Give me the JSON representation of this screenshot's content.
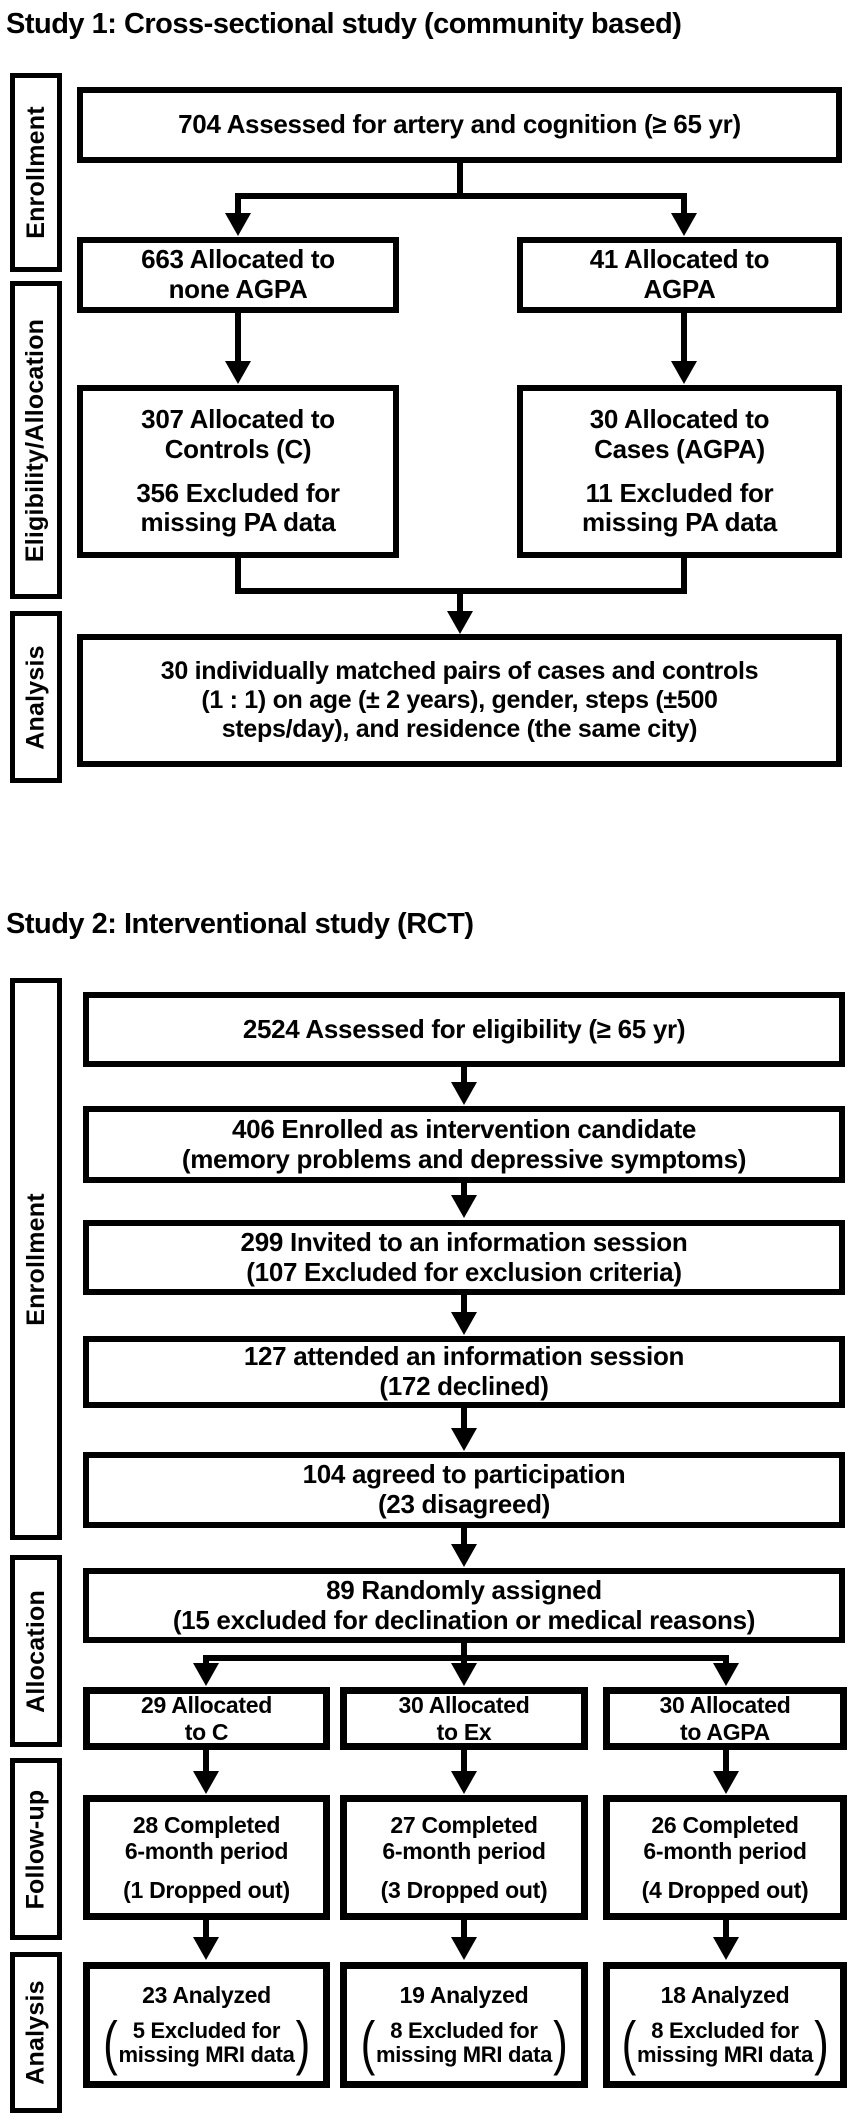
{
  "study1": {
    "title": "Study 1: Cross-sectional study (community based)",
    "sidebar": [
      "Enrollment",
      "Eligibility/Allocation",
      "Analysis"
    ],
    "boxes": {
      "assessed": "704 Assessed for artery and cognition (≥ 65 yr)",
      "none_agpa": {
        "line1": "663 Allocated to",
        "line2": "none AGPA"
      },
      "agpa": {
        "line1": "41 Allocated to",
        "line2": "AGPA"
      },
      "controls": {
        "allocated1": "307 Allocated to",
        "allocated2": "Controls (C)",
        "excluded1": "356 Excluded for",
        "excluded2": "missing PA data"
      },
      "cases": {
        "allocated1": "30 Allocated to",
        "allocated2": "Cases (AGPA)",
        "excluded1": "11 Excluded for",
        "excluded2": "missing PA data"
      },
      "matched": {
        "line1": "30 individually matched pairs of cases and controls",
        "line2": "(1 : 1) on age (± 2 years), gender, steps (±500",
        "line3": "steps/day), and residence (the same city)"
      }
    }
  },
  "study2": {
    "title": "Study 2: Interventional study (RCT)",
    "sidebar": [
      "Enrollment",
      "Allocation",
      "Follow-up",
      "Analysis"
    ],
    "flow": [
      {
        "line1": "2524 Assessed for eligibility (≥ 65 yr)"
      },
      {
        "line1": "406 Enrolled as intervention candidate",
        "line2": "(memory problems and depressive symptoms)"
      },
      {
        "line1": "299 Invited to an information session",
        "line2": "(107 Excluded for exclusion criteria)"
      },
      {
        "line1": "127 attended an information session",
        "line2": "(172 declined)"
      },
      {
        "line1": "104 agreed to participation",
        "line2": "(23 disagreed)"
      },
      {
        "line1": "89 Randomly assigned",
        "line2": "(15 excluded for declination or medical reasons)"
      }
    ],
    "allocation": [
      {
        "line1": "29 Allocated",
        "line2": "to C"
      },
      {
        "line1": "30 Allocated",
        "line2": "to Ex"
      },
      {
        "line1": "30 Allocated",
        "line2": "to AGPA"
      }
    ],
    "followup": [
      {
        "line1": "28 Completed",
        "line2": "6-month period",
        "line3": "(1 Dropped out)"
      },
      {
        "line1": "27 Completed",
        "line2": "6-month period",
        "line3": "(3 Dropped out)"
      },
      {
        "line1": "26 Completed",
        "line2": "6-month period",
        "line3": "(4 Dropped out)"
      }
    ],
    "analysis": [
      {
        "line1": "23 Analyzed",
        "excl1": "5 Excluded for",
        "excl2": "missing MRI data"
      },
      {
        "line1": "19 Analyzed",
        "excl1": "8 Excluded for",
        "excl2": "missing MRI data"
      },
      {
        "line1": "18 Analyzed",
        "excl1": "8 Excluded for",
        "excl2": "missing MRI data"
      }
    ]
  },
  "colors": {
    "line": "#000000",
    "background": "#ffffff",
    "text": "#000000"
  }
}
